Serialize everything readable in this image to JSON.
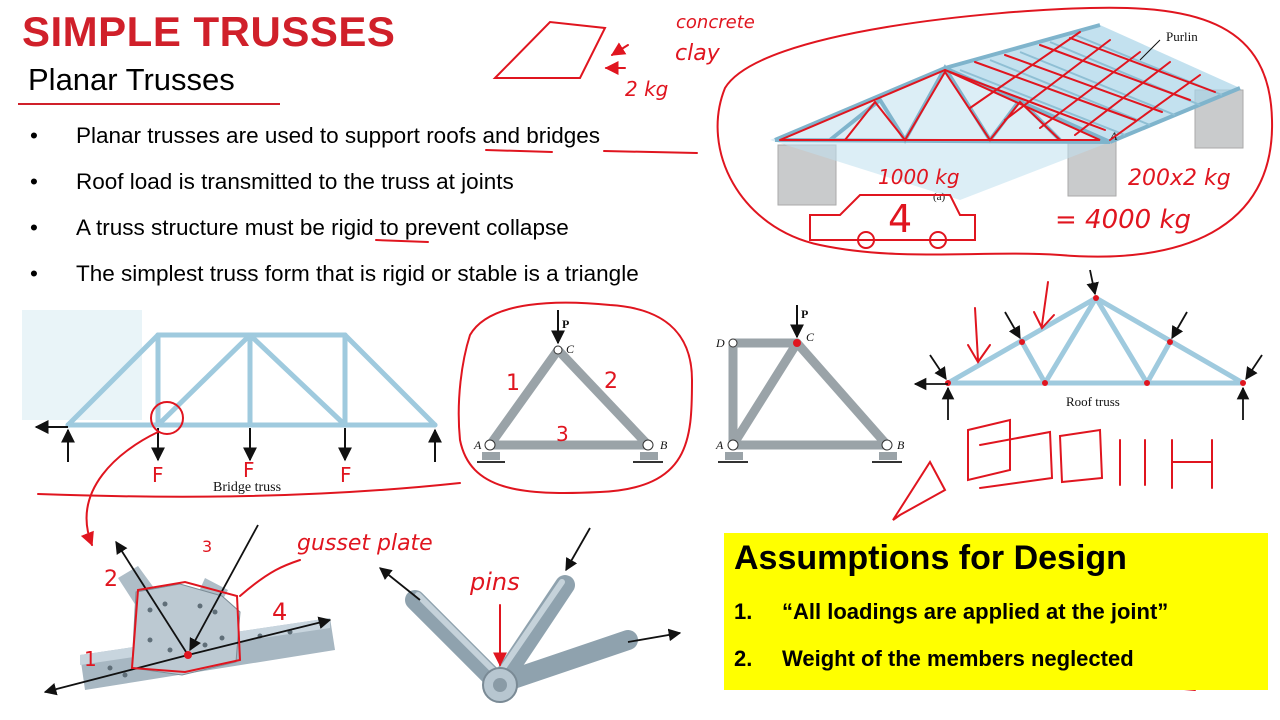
{
  "slide": {
    "title": "SIMPLE TRUSSES",
    "subtitle": "Planar Trusses",
    "accent_color": "#d0202a",
    "bullet_glyph": "•",
    "bullets": [
      "Planar trusses are used to support roofs and bridges",
      "Roof load is transmitted to the truss at joints",
      "A truss structure must be rigid to prevent collapse",
      "The simplest truss form that is rigid or stable is a triangle"
    ]
  },
  "assumptions": {
    "title": "Assumptions for Design",
    "background": "#ffff00",
    "items": [
      {
        "num": "1.",
        "text": "“All loadings are applied at the joint”"
      },
      {
        "num": "2.",
        "text": "Weight of the members neglected"
      }
    ]
  },
  "figures": {
    "roof": {
      "purlin_label": "Purlin",
      "point_label": "A",
      "caption": "(a)"
    },
    "bridge": {
      "caption": "Bridge truss"
    },
    "triangle": {
      "load_label": "P",
      "joint_a": "A",
      "joint_b": "B",
      "joint_c": "C"
    },
    "square": {
      "load_label": "P",
      "joint_a": "A",
      "joint_b": "B",
      "joint_c": "C",
      "joint_d": "D"
    },
    "roof_truss": {
      "caption": "Roof truss"
    }
  },
  "annotations": {
    "concrete": "concrete",
    "clay": "clay",
    "mass_2kg": "2 kg",
    "mass_1000kg": "1000 kg",
    "number_4": "4",
    "product": "200x2 kg",
    "result": "= 4000 kg",
    "force_f": "F",
    "member_1": "1",
    "member_2": "2",
    "member_3": "3",
    "member_4": "4",
    "gusset_plate": "gusset plate",
    "pins": "pins"
  }
}
